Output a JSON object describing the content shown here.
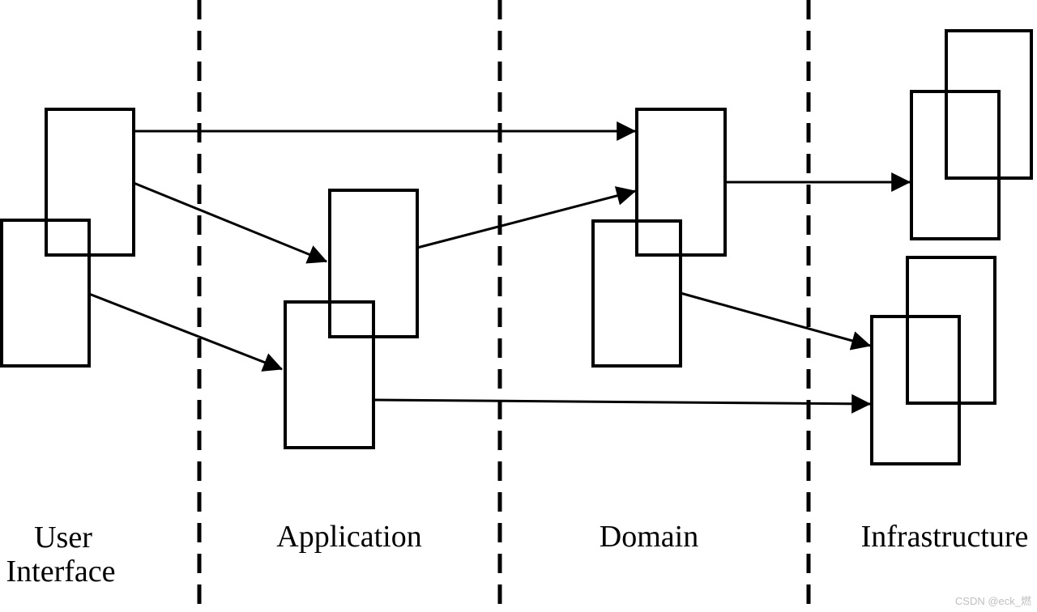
{
  "diagram": {
    "title_implicit": "Layered architecture diagram",
    "colors": {
      "background": "#ffffff",
      "stroke": "#000000",
      "watermark": "#bfbfbf"
    },
    "layers": [
      {
        "id": "user-interface",
        "lines": [
          "User",
          "Interface"
        ],
        "box_count": 2
      },
      {
        "id": "application",
        "lines": [
          "Application"
        ],
        "box_count": 2
      },
      {
        "id": "domain",
        "lines": [
          "Domain"
        ],
        "box_count": 2
      },
      {
        "id": "infrastructure",
        "lines": [
          "Infrastructure"
        ],
        "box_count": 4
      }
    ],
    "dividers": [
      {
        "between": [
          "user-interface",
          "application"
        ]
      },
      {
        "between": [
          "application",
          "domain"
        ]
      },
      {
        "between": [
          "domain",
          "infrastructure"
        ]
      }
    ],
    "arrows": [
      {
        "from": "user-interface-box-1",
        "to": "domain-box-1"
      },
      {
        "from": "user-interface-box-1",
        "to": "application-box-1"
      },
      {
        "from": "user-interface-box-2",
        "to": "application-box-2"
      },
      {
        "from": "application-box-1",
        "to": "domain-box-1"
      },
      {
        "from": "application-box-2",
        "to": "infrastructure-box-bottom-front"
      },
      {
        "from": "domain-box-1",
        "to": "infrastructure-box-top-front"
      },
      {
        "from": "domain-box-2",
        "to": "infrastructure-box-bottom-front"
      }
    ]
  },
  "watermark": {
    "text": "CSDN @eck_燃"
  }
}
